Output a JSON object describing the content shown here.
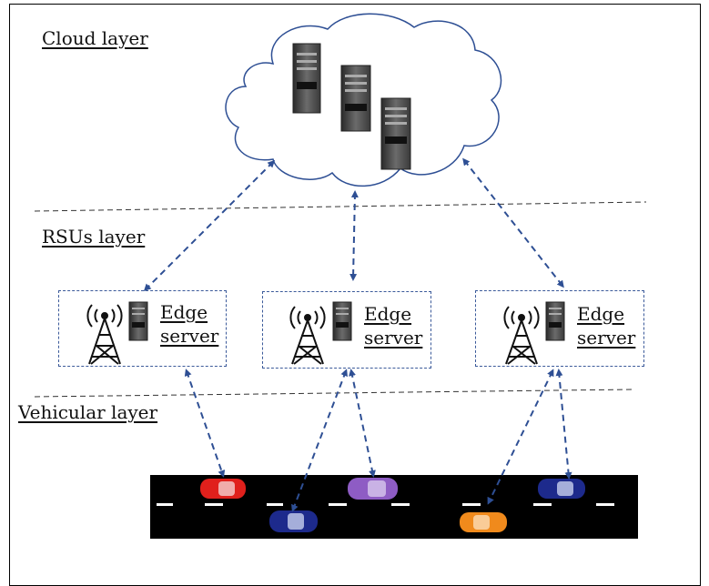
{
  "layers": {
    "cloud": "Cloud layer",
    "rsus": "RSUs layer",
    "vehicular": "Vehicular layer"
  },
  "edge_servers": [
    {
      "line1": "Edge",
      "line2": "server"
    },
    {
      "line1": "Edge",
      "line2": "server"
    },
    {
      "line1": "Edge",
      "line2": "server"
    }
  ],
  "colors": {
    "arrow": "#2e4f94",
    "cloud_stroke": "#2e4f94",
    "road": "#000000",
    "car_red": "#e0201c",
    "car_purple": "#8e5cc4",
    "car_blue": "#1d2a8c",
    "car_orange": "#f08a1c"
  },
  "icons": [
    "server-icon",
    "antenna-tower-icon",
    "cloud-icon",
    "car-icon"
  ]
}
